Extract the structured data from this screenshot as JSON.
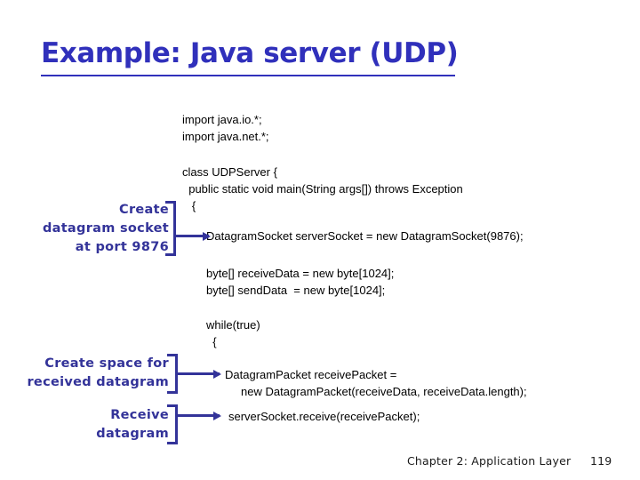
{
  "slide": {
    "title": "Example: Java server (UDP)",
    "accent_color": "#3030bb",
    "annotation_color": "#333399",
    "code_color": "#000000",
    "background_color": "#ffffff"
  },
  "code": {
    "lines": [
      "import java.io.*;",
      "import java.net.*;",
      "class UDPServer {",
      "  public static void main(String args[]) throws Exception",
      "   {",
      "DatagramSocket serverSocket = new DatagramSocket(9876);",
      "byte[] receiveData = new byte[1024];",
      "byte[] sendData  = new byte[1024];",
      "while(true)",
      "  {",
      "DatagramPacket receivePacket =",
      "     new DatagramPacket(receiveData, receiveData.length);",
      "serverSocket.receive(receivePacket);"
    ]
  },
  "annotations": [
    {
      "id": "create-datagram-socket",
      "text": "Create\ndatagram socket\nat port 9876"
    },
    {
      "id": "create-space-for-received-datagram",
      "text": "Create space for\nreceived datagram"
    },
    {
      "id": "receive-datagram",
      "text": "Receive\ndatagram"
    }
  ],
  "footer": {
    "label": "Chapter 2: Application Layer",
    "page": "119"
  }
}
